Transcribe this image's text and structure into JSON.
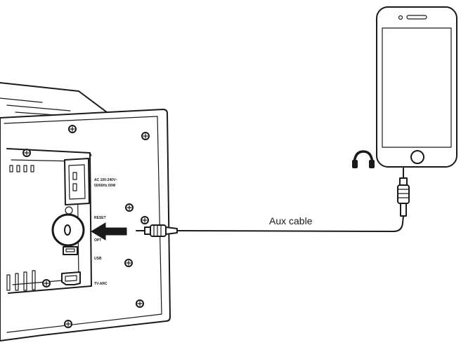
{
  "labels": {
    "cable": "Aux cable",
    "power_spec_line1": "AC 100-240V~",
    "power_spec_line2": "50/60Hz 60W",
    "port_reset": "RESET",
    "port_opt": "OPT",
    "port_usb": "USB",
    "port_tv_arc": "TV-ARC"
  },
  "icons": {
    "headphones": "headphones-icon",
    "arrow": "insert-arrow-icon"
  },
  "colors": {
    "ink": "#1a1a1a",
    "background": "#ffffff"
  }
}
